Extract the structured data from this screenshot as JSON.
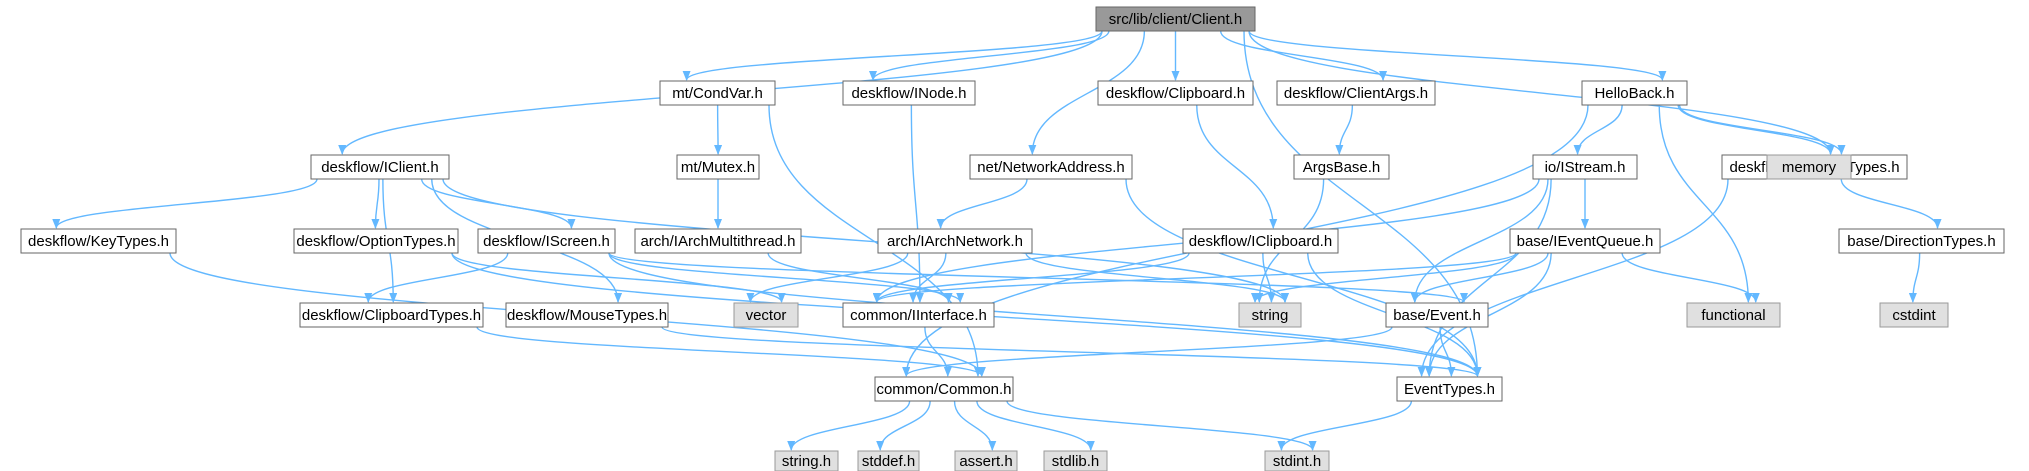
{
  "graph": {
    "colors": {
      "edge": "#63b8ff",
      "node_border": "#666666",
      "node_fill": "#ffffff",
      "root_fill": "#999999",
      "system_fill": "#e0e0e0",
      "system_border": "#999999",
      "text": "#000000"
    },
    "nodes": [
      {
        "id": "root",
        "label": "src/lib/client/Client.h",
        "kind": "root"
      },
      {
        "id": "condvar",
        "label": "mt/CondVar.h",
        "kind": "file"
      },
      {
        "id": "inode",
        "label": "deskflow/INode.h",
        "kind": "file"
      },
      {
        "id": "clipboard",
        "label": "deskflow/Clipboard.h",
        "kind": "file"
      },
      {
        "id": "clientargs",
        "label": "deskflow/ClientArgs.h",
        "kind": "file"
      },
      {
        "id": "helloback",
        "label": "HelloBack.h",
        "kind": "file"
      },
      {
        "id": "iclient",
        "label": "deskflow/IClient.h",
        "kind": "file"
      },
      {
        "id": "mutex",
        "label": "mt/Mutex.h",
        "kind": "file"
      },
      {
        "id": "netaddr",
        "label": "net/NetworkAddress.h",
        "kind": "file"
      },
      {
        "id": "argsbase",
        "label": "ArgsBase.h",
        "kind": "file"
      },
      {
        "id": "istream",
        "label": "io/IStream.h",
        "kind": "file"
      },
      {
        "id": "prototypes",
        "label": "deskflow/ProtocolTypes.h",
        "kind": "file"
      },
      {
        "id": "memory",
        "label": "memory",
        "kind": "system"
      },
      {
        "id": "archmt",
        "label": "arch/IArchMultithread.h",
        "kind": "file"
      },
      {
        "id": "keytypes",
        "label": "deskflow/KeyTypes.h",
        "kind": "file"
      },
      {
        "id": "optiontypes",
        "label": "deskflow/OptionTypes.h",
        "kind": "file"
      },
      {
        "id": "iscreen",
        "label": "deskflow/IScreen.h",
        "kind": "file"
      },
      {
        "id": "archnet",
        "label": "arch/IArchNetwork.h",
        "kind": "file"
      },
      {
        "id": "iclipboard",
        "label": "deskflow/IClipboard.h",
        "kind": "file"
      },
      {
        "id": "ieventqueue",
        "label": "base/IEventQueue.h",
        "kind": "file"
      },
      {
        "id": "dirtypes",
        "label": "base/DirectionTypes.h",
        "kind": "file"
      },
      {
        "id": "cliptypes",
        "label": "deskflow/ClipboardTypes.h",
        "kind": "file"
      },
      {
        "id": "mousetypes",
        "label": "deskflow/MouseTypes.h",
        "kind": "file"
      },
      {
        "id": "vector",
        "label": "vector",
        "kind": "system"
      },
      {
        "id": "iinterface",
        "label": "common/IInterface.h",
        "kind": "file"
      },
      {
        "id": "string",
        "label": "string",
        "kind": "system"
      },
      {
        "id": "event",
        "label": "base/Event.h",
        "kind": "file"
      },
      {
        "id": "functional",
        "label": "functional",
        "kind": "system"
      },
      {
        "id": "cstdint",
        "label": "cstdint",
        "kind": "system"
      },
      {
        "id": "common",
        "label": "common/Common.h",
        "kind": "file"
      },
      {
        "id": "eventtypes",
        "label": "EventTypes.h",
        "kind": "file"
      },
      {
        "id": "stringh",
        "label": "string.h",
        "kind": "system"
      },
      {
        "id": "stddef",
        "label": "stddef.h",
        "kind": "system"
      },
      {
        "id": "assert",
        "label": "assert.h",
        "kind": "system"
      },
      {
        "id": "stdlib",
        "label": "stdlib.h",
        "kind": "system"
      },
      {
        "id": "stdint",
        "label": "stdint.h",
        "kind": "system"
      }
    ],
    "edges": [
      [
        "root",
        "condvar"
      ],
      [
        "root",
        "inode"
      ],
      [
        "root",
        "clipboard"
      ],
      [
        "root",
        "clientargs"
      ],
      [
        "root",
        "helloback"
      ],
      [
        "root",
        "iclient"
      ],
      [
        "root",
        "netaddr"
      ],
      [
        "root",
        "memory"
      ],
      [
        "root",
        "eventtypes"
      ],
      [
        "condvar",
        "mutex"
      ],
      [
        "condvar",
        "common"
      ],
      [
        "mutex",
        "archmt"
      ],
      [
        "archmt",
        "iinterface"
      ],
      [
        "inode",
        "iinterface"
      ],
      [
        "clipboard",
        "iclipboard"
      ],
      [
        "clientargs",
        "argsbase"
      ],
      [
        "argsbase",
        "string"
      ],
      [
        "helloback",
        "istream"
      ],
      [
        "helloback",
        "prototypes"
      ],
      [
        "helloback",
        "memory"
      ],
      [
        "helloback",
        "functional"
      ],
      [
        "helloback",
        "common"
      ],
      [
        "iclient",
        "keytypes"
      ],
      [
        "iclient",
        "optiontypes"
      ],
      [
        "iclient",
        "iscreen"
      ],
      [
        "iclient",
        "cliptypes"
      ],
      [
        "iclient",
        "mousetypes"
      ],
      [
        "iclient",
        "string"
      ],
      [
        "netaddr",
        "archnet"
      ],
      [
        "netaddr",
        "eventtypes"
      ],
      [
        "archnet",
        "vector"
      ],
      [
        "archnet",
        "iinterface"
      ],
      [
        "archnet",
        "string"
      ],
      [
        "istream",
        "ieventqueue"
      ],
      [
        "istream",
        "event"
      ],
      [
        "istream",
        "iinterface"
      ],
      [
        "istream",
        "eventtypes"
      ],
      [
        "prototypes",
        "dirtypes"
      ],
      [
        "prototypes",
        "eventtypes"
      ],
      [
        "dirtypes",
        "cstdint"
      ],
      [
        "keytypes",
        "common"
      ],
      [
        "optiontypes",
        "vector"
      ],
      [
        "optiontypes",
        "eventtypes"
      ],
      [
        "iscreen",
        "cliptypes"
      ],
      [
        "iscreen",
        "iinterface"
      ],
      [
        "iscreen",
        "event"
      ],
      [
        "iscreen",
        "eventtypes"
      ],
      [
        "iclipboard",
        "iinterface"
      ],
      [
        "iclipboard",
        "string"
      ],
      [
        "iclipboard",
        "eventtypes"
      ],
      [
        "ieventqueue",
        "event"
      ],
      [
        "ieventqueue",
        "functional"
      ],
      [
        "ieventqueue",
        "string"
      ],
      [
        "ieventqueue",
        "iinterface"
      ],
      [
        "ieventqueue",
        "eventtypes"
      ],
      [
        "cliptypes",
        "common"
      ],
      [
        "mousetypes",
        "eventtypes"
      ],
      [
        "iinterface",
        "common"
      ],
      [
        "event",
        "common"
      ],
      [
        "event",
        "eventtypes"
      ],
      [
        "common",
        "stringh"
      ],
      [
        "common",
        "stddef"
      ],
      [
        "common",
        "assert"
      ],
      [
        "common",
        "stdlib"
      ],
      [
        "common",
        "stdint"
      ],
      [
        "eventtypes",
        "stdint"
      ]
    ]
  }
}
